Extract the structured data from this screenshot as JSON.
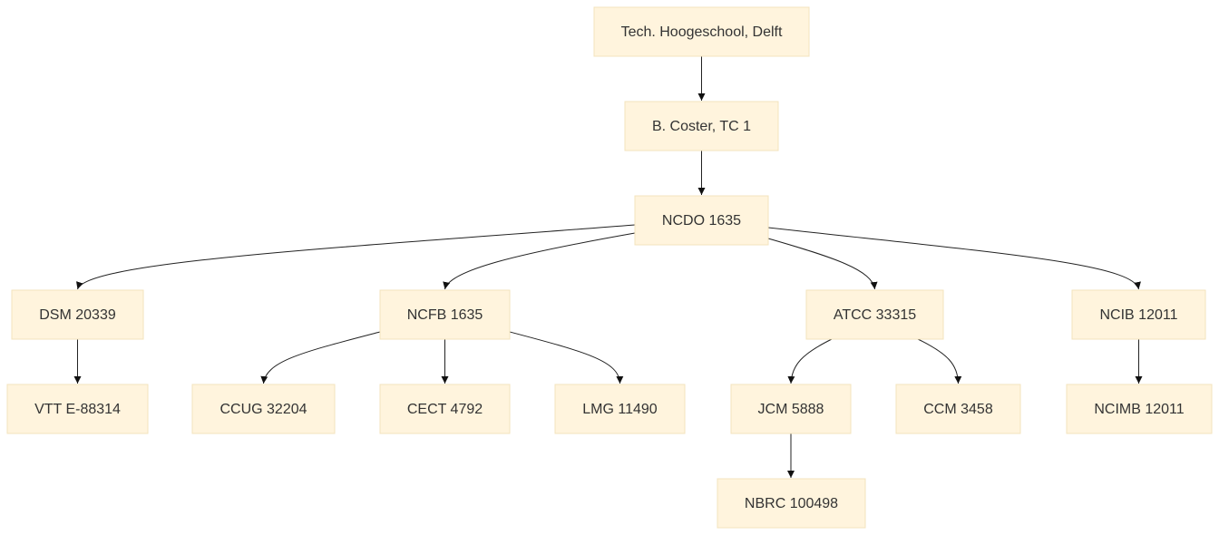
{
  "diagram": {
    "nodes": [
      {
        "id": "tech_delft",
        "label": "Tech. Hoogeschool, Delft"
      },
      {
        "id": "coster_tc1",
        "label": "B. Coster, TC 1"
      },
      {
        "id": "ncdo_1635",
        "label": "NCDO 1635"
      },
      {
        "id": "dsm_20339",
        "label": "DSM 20339"
      },
      {
        "id": "ncfb_1635",
        "label": "NCFB 1635"
      },
      {
        "id": "atcc_33315",
        "label": "ATCC 33315"
      },
      {
        "id": "ncib_12011",
        "label": "NCIB 12011"
      },
      {
        "id": "vtt_e88314",
        "label": "VTT E-88314"
      },
      {
        "id": "ccug_32204",
        "label": "CCUG 32204"
      },
      {
        "id": "cect_4792",
        "label": "CECT 4792"
      },
      {
        "id": "lmg_11490",
        "label": "LMG 11490"
      },
      {
        "id": "jcm_5888",
        "label": "JCM 5888"
      },
      {
        "id": "ccm_3458",
        "label": "CCM 3458"
      },
      {
        "id": "ncimb_12011",
        "label": "NCIMB 12011"
      },
      {
        "id": "nbrc_100498",
        "label": "NBRC 100498"
      }
    ],
    "edges": [
      {
        "from": "tech_delft",
        "to": "coster_tc1"
      },
      {
        "from": "coster_tc1",
        "to": "ncdo_1635"
      },
      {
        "from": "ncdo_1635",
        "to": "dsm_20339"
      },
      {
        "from": "ncdo_1635",
        "to": "ncfb_1635"
      },
      {
        "from": "ncdo_1635",
        "to": "atcc_33315"
      },
      {
        "from": "ncdo_1635",
        "to": "ncib_12011"
      },
      {
        "from": "dsm_20339",
        "to": "vtt_e88314"
      },
      {
        "from": "ncfb_1635",
        "to": "ccug_32204"
      },
      {
        "from": "ncfb_1635",
        "to": "cect_4792"
      },
      {
        "from": "ncfb_1635",
        "to": "lmg_11490"
      },
      {
        "from": "atcc_33315",
        "to": "jcm_5888"
      },
      {
        "from": "atcc_33315",
        "to": "ccm_3458"
      },
      {
        "from": "ncib_12011",
        "to": "ncimb_12011"
      },
      {
        "from": "jcm_5888",
        "to": "nbrc_100498"
      }
    ]
  }
}
